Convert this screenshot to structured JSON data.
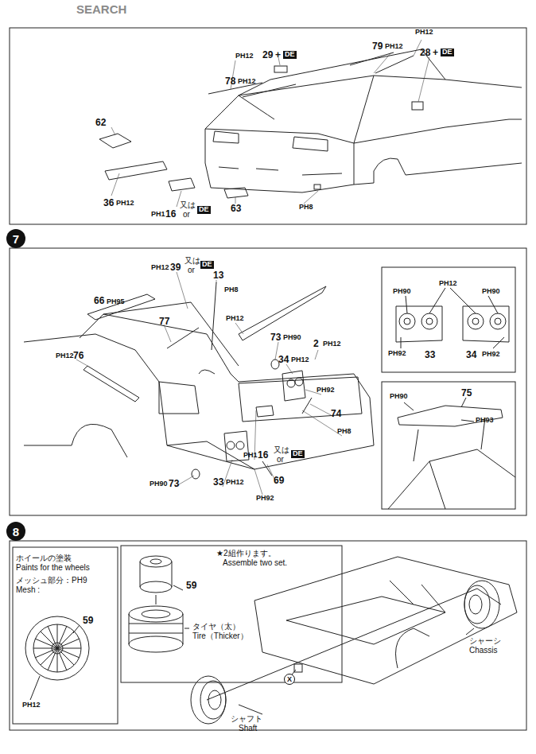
{
  "diagram": {
    "nodes": [
      {
        "text": [
          "7"
        ]
      },
      {
        "text": [
          "8"
        ]
      }
    ],
    "labels": [
      "SEARCH",
      "PH12",
      "29",
      "+",
      "DE",
      "79",
      "PH12",
      "PH12",
      "28",
      "+",
      "DE",
      "78",
      "PH12",
      "62",
      "36",
      "PH12",
      "PH1",
      "16",
      "又は",
      "or",
      "DE",
      "63",
      "PH8",
      "PH12",
      "39",
      "又は",
      "or",
      "DE",
      "13",
      "66",
      "PH95",
      "PH8",
      "PH12",
      "PH12",
      "76",
      "77",
      "2",
      "PH12",
      "73",
      "PH90",
      "34",
      "PH12",
      "PH92",
      "74",
      "PH8",
      "PH1",
      "16",
      "又は",
      "or",
      "DE",
      "PH90",
      "73",
      "33",
      "PH12",
      "69",
      "PH92",
      "PH12",
      "PH90",
      "PH90",
      "PH92",
      "33",
      "34",
      "PH92",
      "PH90",
      "75",
      "PH93",
      "ホイールの塗装",
      "Paints for the wheels",
      "メッシュ部分：PH9",
      "Mesh :",
      "59",
      "PH12",
      "★2組作ります。",
      "Assemble two set.",
      "59",
      "タイヤ（太）",
      "Tire（Thicker）",
      "シャーシ",
      "Chassis",
      "シャフト",
      "Shaft",
      "X"
    ]
  }
}
